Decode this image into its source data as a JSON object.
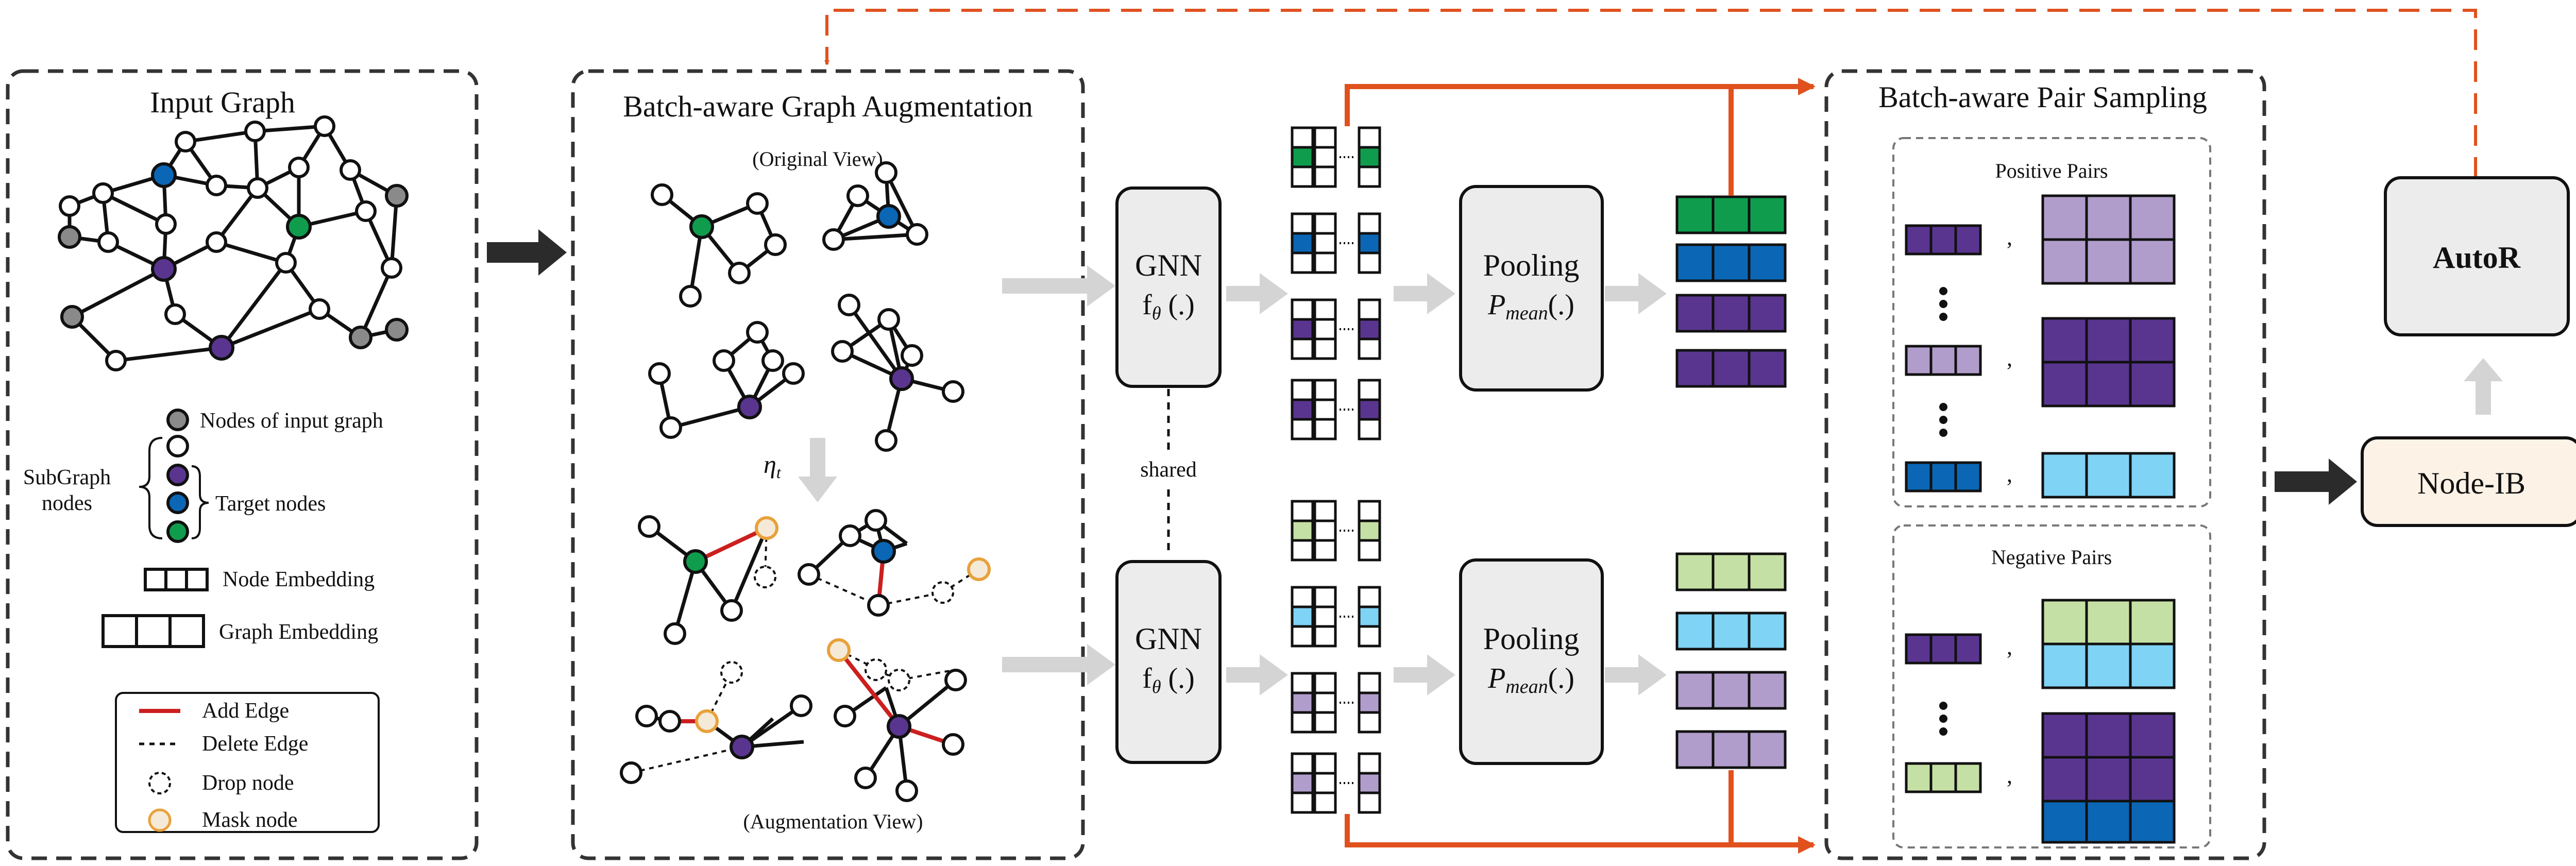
{
  "panels": {
    "input_graph": "Input Graph",
    "augmentation": "Batch-aware Graph Augmentation",
    "pair_sampling": "Batch-aware Pair Sampling"
  },
  "views": {
    "original": "(Original View)",
    "augmented": "(Augmentation View)",
    "eta": "η",
    "eta_sub": "t"
  },
  "legend": {
    "input_nodes": "Nodes of input graph",
    "subgraph_line1": "SubGraph",
    "subgraph_line2": "nodes",
    "target_nodes": "Target nodes",
    "node_embedding": "Node Embedding",
    "graph_embedding": "Graph Embedding",
    "add_edge": "Add Edge",
    "delete_edge": "Delete Edge",
    "drop_node": "Drop node",
    "mask_node": "Mask node"
  },
  "encoder": {
    "name": "GNN",
    "func": "f",
    "sub": "θ",
    "args": " (.)",
    "shared": "shared"
  },
  "pooling": {
    "name": "Pooling",
    "func": "P",
    "sub": "mean",
    "args": "(.)"
  },
  "pairs": {
    "positive": "Positive Pairs",
    "negative": "Negative Pairs",
    "comma": ","
  },
  "modules": {
    "autor": "AutoR",
    "node_ib": "Node-IB"
  },
  "colors": {
    "green": "#0f9d4d",
    "blue": "#0b66b5",
    "purple": "#5a3590",
    "light_green": "#c5e0a5",
    "light_blue": "#7fd3f5",
    "light_purple": "#b19dcb",
    "grey_node": "#8a8a8a",
    "orange": "#e0511e",
    "red_edge": "#cc1f1f",
    "mask_fill": "#f5ead7",
    "mask_stroke": "#e8a13a",
    "module_fill": "#ececec",
    "nodeib_fill": "#fdf2e6"
  }
}
